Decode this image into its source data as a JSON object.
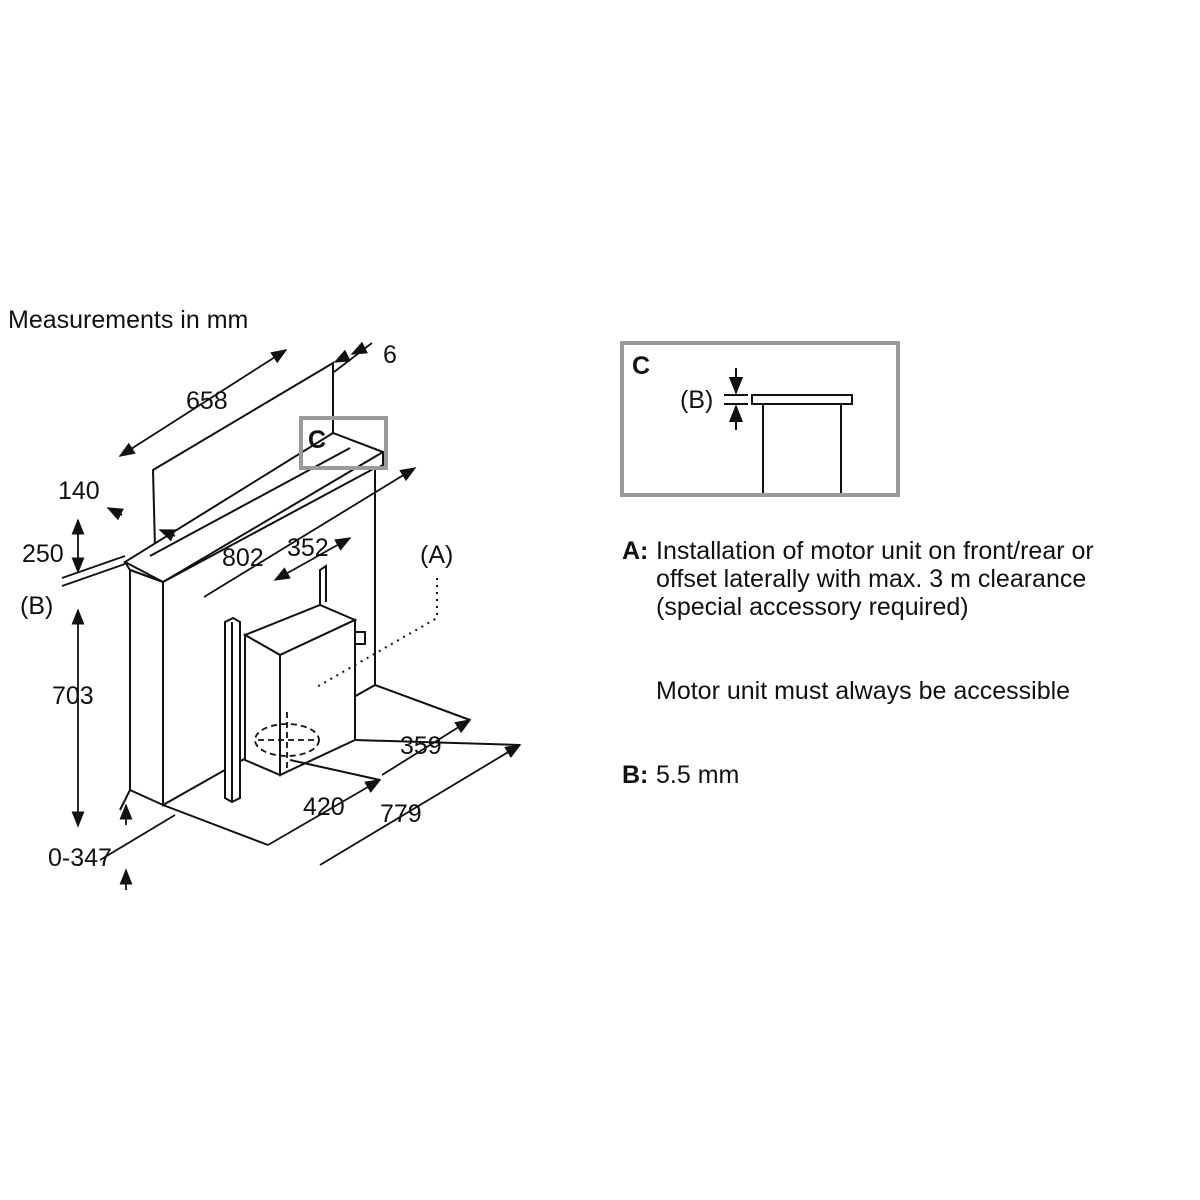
{
  "title": "Measurements in mm",
  "dimensions": {
    "d6": "6",
    "d658": "658",
    "d140": "140",
    "d250": "250",
    "d802": "802",
    "d352": "352",
    "d703": "703",
    "d359": "359",
    "d420": "420",
    "d779": "779",
    "d0_347": "0-347"
  },
  "labels": {
    "c_marker": "C",
    "b_marker": "(B)",
    "a_marker": "(A)"
  },
  "detail_box": {
    "label": "C",
    "b_label": "(B)"
  },
  "notes": {
    "a_key": "A:",
    "a_line1": "Installation of motor unit on front/rear or",
    "a_line2": "offset laterally with max. 3 m clearance",
    "a_line3": "(special accessory required)",
    "motor_note": "Motor unit must always be accessible",
    "b_key": "B:",
    "b_text": "5.5 mm"
  },
  "colors": {
    "line": "#111111",
    "highlight_box": "#9a9a9a"
  }
}
